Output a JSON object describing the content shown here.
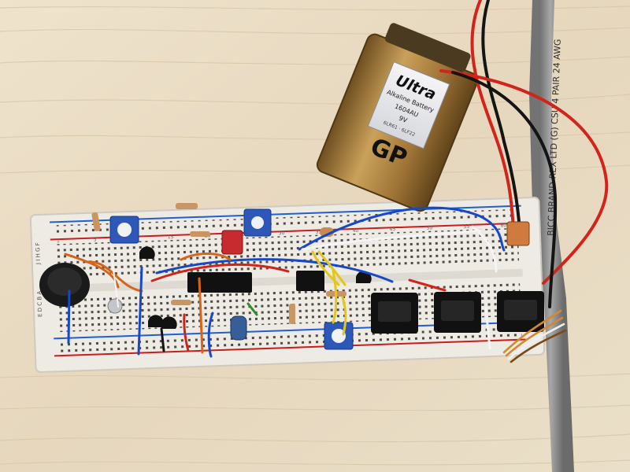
{
  "photo": {
    "battery": {
      "brand_logo": "GP",
      "product_name": "Ultra",
      "battery_type": "Alkaline Battery",
      "voltage_model": "1604AU",
      "voltage": "9V",
      "fine_print": "6LR61 · 6LF22"
    },
    "cable": {
      "jacket_text": "BICC BRAND-REX LTD (G) CSU 4 PAIR 24 AWG"
    },
    "breadboard": {
      "row_letters_top": "J I H G F",
      "row_letters_bottom": "E D C B A",
      "column_numbers": [
        "1",
        "5",
        "10",
        "15",
        "20",
        "25",
        "30",
        "35",
        "40",
        "45",
        "50",
        "55",
        "60"
      ]
    },
    "colors": {
      "desk_wood": "#e9dcc4",
      "breadboard": "#eeebe4",
      "rail_red": "#c81e1e",
      "rail_blue": "#1f5fcf",
      "battery_gold": "#b98a3c",
      "cable_grey": "#8c8d8c",
      "ic_black": "#111111",
      "pot_blue": "#2d58b8",
      "led_red": "#c72a2f",
      "wire_red": "#d3241c",
      "wire_blue": "#1549c9",
      "wire_yellow": "#e2c619",
      "wire_orange": "#d6651a",
      "wire_black": "#141414",
      "wire_white": "#f5f5f5"
    },
    "icons": [
      "9v-battery-icon",
      "breadboard-icon",
      "buzzer-icon",
      "potentiometer-icon",
      "ic-chip-icon",
      "tactile-switch-icon",
      "transistor-icon",
      "capacitor-icon",
      "resistor-icon",
      "network-cable-icon"
    ]
  }
}
